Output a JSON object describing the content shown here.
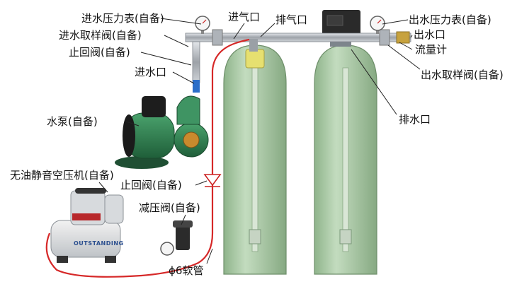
{
  "labels": {
    "inlet_pressure_gauge": "进水压力表(自备)",
    "inlet_sampling_valve": "进水取样阀(自备)",
    "check_valve_top": "止回阀(自备)",
    "water_inlet": "进水口",
    "water_pump": "水泵(自备)",
    "air_compressor": "无油静音空压机(自备)",
    "check_valve_bottom": "止回阀(自备)",
    "pressure_reducing_valve": "减压阀(自备)",
    "hose": "ϕ6软管",
    "air_inlet": "进气口",
    "air_outlet": "排气口",
    "outlet_pressure_gauge": "出水压力表(自备)",
    "water_outlet": "出水口",
    "flow_meter": "流量计",
    "outlet_sampling_valve": "出水取样阀(自备)",
    "drain_outlet": "排水口"
  },
  "compressor_brand": "OUTSTANDING",
  "colors": {
    "tank": "#a9c9a4",
    "pipe": "#b8bcc2",
    "air_hose": "#d62828",
    "pump": "#2f7d4f",
    "callout_line": "#222222"
  }
}
